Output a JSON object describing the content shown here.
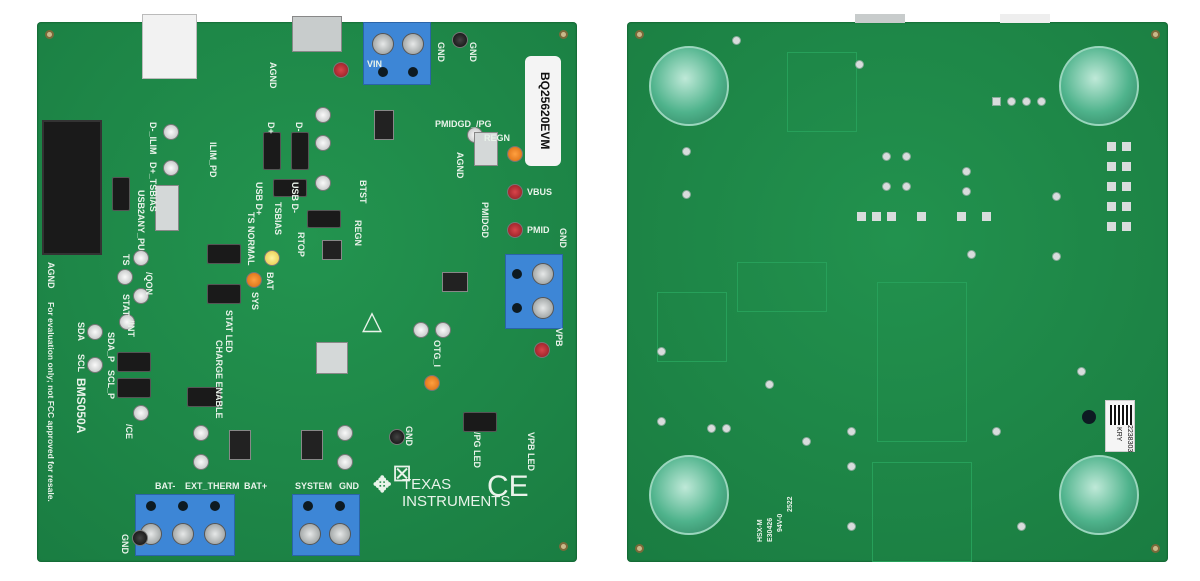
{
  "front": {
    "board_name": "BQ25620EVM",
    "revision": "BMS050A",
    "disclaimer": "For evaluation only; not FCC approved for resale.",
    "brand": {
      "line1": "TEXAS",
      "line2": "INSTRUMENTS"
    },
    "ce_mark": "CE",
    "labels": {
      "vin": "VIN",
      "gnd_top": "GND",
      "gnd_top2": "GND",
      "agnd1": "AGND",
      "agnd2": "AGND",
      "agnd3": "AGND",
      "pmidgd_pg": "PMIDGD_/PG",
      "regn": "REGN",
      "vbus": "VBUS",
      "pmid": "PMID",
      "gnd_right": "GND",
      "pmidgd": "PMIDGD",
      "btst": "BTST",
      "regn2": "REGN",
      "d_ilim": "D-_ILIM",
      "d_tsbias": "D+_TSBIAS",
      "ilim_pd": "ILIM_PD",
      "usb2any_pu": "USB2ANY_PU",
      "ts": "TS",
      "qon": "/QON",
      "stat": "STAT",
      "int": "/INT",
      "sda": "SDA",
      "scl": "SCL",
      "sda_p": "SDA_P",
      "scl_p": "SCL_P",
      "ce": "/CE",
      "usb_dplus": "USB D+",
      "usb_dminus": "USB D-",
      "dplus": "D+",
      "dminus": "D-",
      "tsbias": "TSBIAS",
      "rtop": "RTOP",
      "ts_normal": "TS NORMAL",
      "bat": "BAT",
      "sys": "SYS",
      "stat_led": "STAT LED",
      "charge_enable": "CHARGE ENABLE",
      "otg": "OTG_I",
      "vpb": "VPB",
      "pg_led": "/PG LED",
      "vpb_led": "VPB LED",
      "gnd_mid": "GND",
      "bat_minus": "BAT-",
      "ext_therm": "EXT_THERM",
      "bat_plus": "BAT+",
      "system": "SYSTEM",
      "gnd_bottom": "GND",
      "gnd_bl": "GND"
    }
  },
  "back": {
    "sticker_line1": "2238303",
    "sticker_line2": "KRY",
    "marking1": "HSX-M",
    "marking2": "E30426",
    "marking3": "94V-0",
    "marking4": "2522"
  }
}
